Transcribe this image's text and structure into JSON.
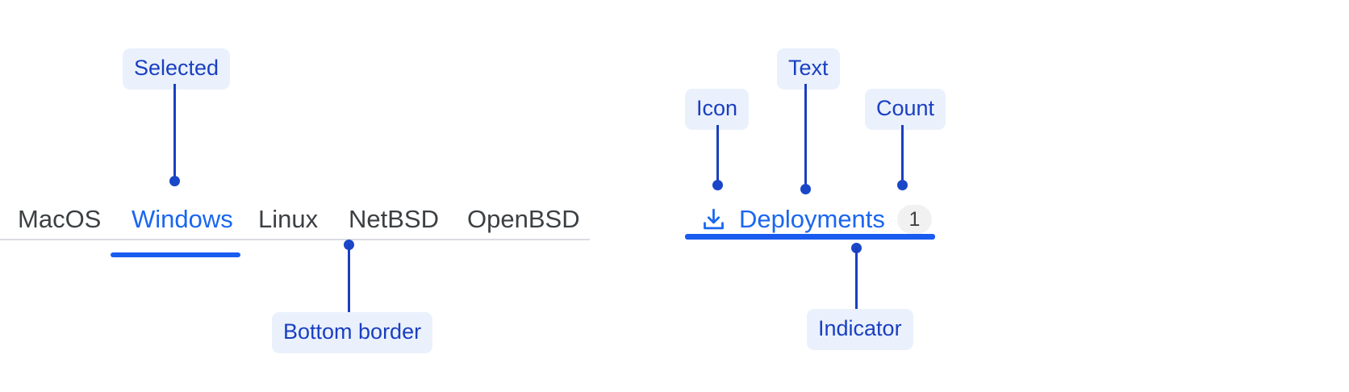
{
  "colors": {
    "accent_blue": "#1A66F0",
    "indicator_blue": "#1A5CF0",
    "annotation_bg": "#EAF1FD",
    "annotation_text": "#1A3FC0",
    "tab_text": "#3C4043",
    "border_gray": "#DADCE0",
    "count_badge_bg": "#F1F1F1"
  },
  "left_example": {
    "tabs": [
      {
        "label": "MacOS",
        "selected": false
      },
      {
        "label": "Windows",
        "selected": true
      },
      {
        "label": "Linux",
        "selected": false
      },
      {
        "label": "NetBSD",
        "selected": false
      },
      {
        "label": "OpenBSD",
        "selected": false
      }
    ],
    "annotations": {
      "selected": "Selected",
      "bottom_border": "Bottom border"
    }
  },
  "right_example": {
    "tab": {
      "icon": "download-icon",
      "label": "Deployments",
      "count": "1"
    },
    "annotations": {
      "icon": "Icon",
      "text": "Text",
      "count": "Count",
      "indicator": "Indicator"
    }
  }
}
